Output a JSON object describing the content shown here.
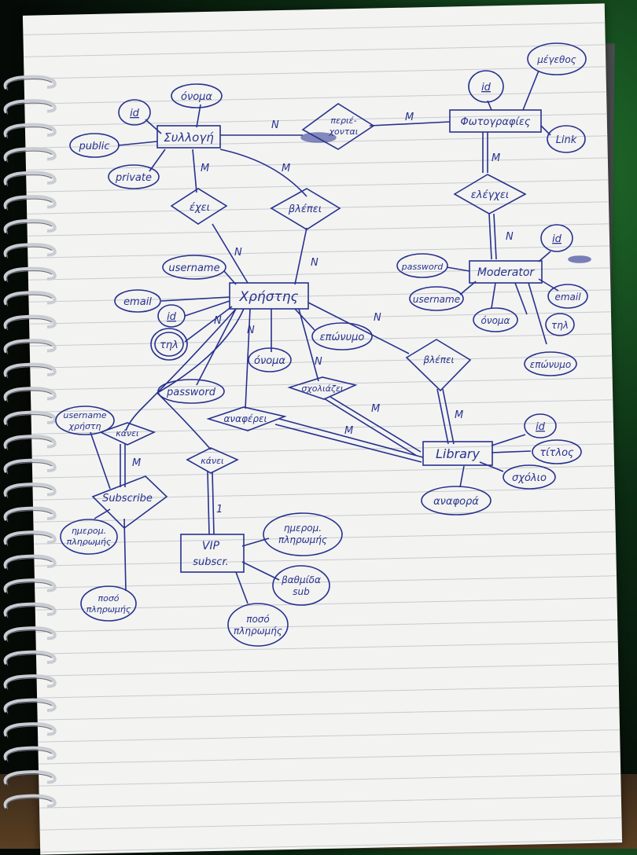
{
  "colors": {
    "ink": "#27318f",
    "paper": "#f3f3f1"
  },
  "entities": {
    "syllogi": "Συλλογή",
    "fotografies": "Φωτογραφίες",
    "moderator": "Moderator",
    "xristis": "Χρήστης",
    "library": "Library",
    "subscribe": "Subscribe",
    "vip": [
      "VIP",
      "subscr."
    ]
  },
  "relationships": {
    "periexontai": [
      "περιέ-",
      "χονται"
    ],
    "exei": "έχει",
    "vlepei_syllogi": "βλέπει",
    "elegxei": "ελέγχει",
    "vlepei_library": "βλέπει",
    "sxoliazei": "σχολιάζει",
    "anaferei": "αναφέρει",
    "kanei_sub": "κάνει",
    "kanei_vip": "κάνει"
  },
  "attributes": {
    "syllogi_id": "id",
    "syllogi_onoma": "όνομα",
    "syllogi_public": "public",
    "syllogi_private": "private",
    "foto_id": "id",
    "foto_megethos": "μέγεθος",
    "foto_link": "Link",
    "mod_id": "id",
    "mod_password": "password",
    "mod_username": "username",
    "mod_onoma": "όνομα",
    "mod_email": "email",
    "mod_til": "τηλ",
    "mod_eponymo": "επώνυμο",
    "user_username": "username",
    "user_email": "email",
    "user_id": "id",
    "user_til": "τηλ",
    "user_onoma": "όνομα",
    "user_eponymo": "επώνυμο",
    "user_password": "password",
    "lib_id": "id",
    "lib_titlos": "τίτλος",
    "lib_sxolio": "σχόλιο",
    "lib_anafora": "αναφορά",
    "sub_username": [
      "username",
      "χρήστη"
    ],
    "sub_date": [
      "ημερομ.",
      "πληρωμής"
    ],
    "sub_poso": [
      "ποσό",
      "πληρωμής"
    ],
    "vip_date": [
      "ημερομ.",
      "πληρωμής"
    ],
    "vip_level": [
      "βαθμίδα",
      "sub"
    ],
    "vip_poso": [
      "ποσό",
      "πληρωμής"
    ]
  },
  "cardinalities": {
    "syl_periex": "Ν",
    "foto_periex": "Μ",
    "syl_exei": "Μ",
    "syl_vlepei": "Μ",
    "xr_exei": "Ν",
    "xr_vlepei": "Ν",
    "foto_elegxei": "Μ",
    "mod_elegxei": "Ν",
    "xr_vlepei_lib": "Ν",
    "lib_vlepei": "Μ",
    "xr_sxol": "Ν",
    "lib_sxol": "Μ",
    "xr_anaf": "Ν",
    "lib_anaf": "Μ",
    "xr_id": "Ν",
    "sub_kanei": "Μ",
    "vip_kanei": "1"
  }
}
